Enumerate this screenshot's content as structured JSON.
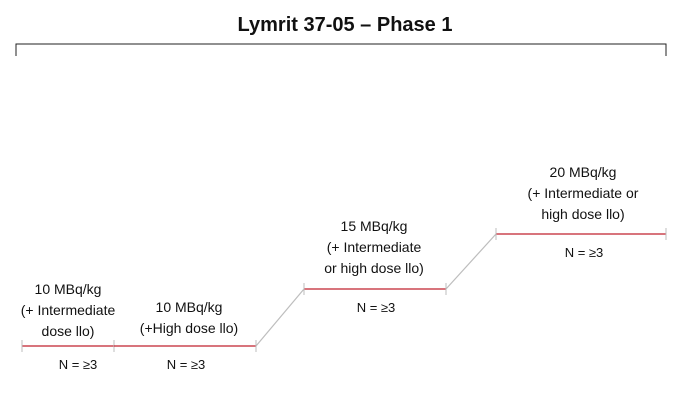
{
  "title": "Lymrit 37-05 – Phase 1",
  "colors": {
    "step_line": "#c0202f",
    "connector": "#bdbdbd",
    "bracket": "#222222"
  },
  "cohorts": [
    {
      "lines": [
        "10 MBq/kg",
        "(+ Intermediate",
        "dose llo)"
      ],
      "n": "N = ≥3"
    },
    {
      "lines": [
        "10 MBq/kg",
        "(+High dose llo)"
      ],
      "n": "N = ≥3"
    },
    {
      "lines": [
        "15 MBq/kg",
        "(+ Intermediate",
        "or high dose llo)"
      ],
      "n": "N = ≥3"
    },
    {
      "lines": [
        "20 MBq/kg",
        "(+ Intermediate or",
        "high dose llo)"
      ],
      "n": "N = ≥3"
    }
  ]
}
